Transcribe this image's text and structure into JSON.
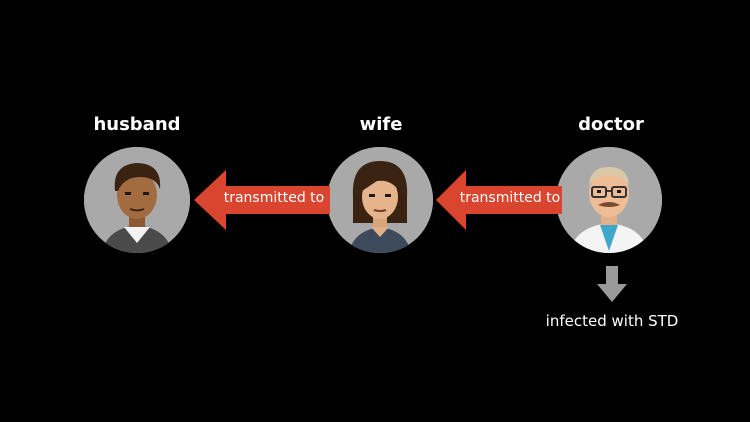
{
  "people": {
    "husband": {
      "label": "husband"
    },
    "wife": {
      "label": "wife"
    },
    "doctor": {
      "label": "doctor"
    }
  },
  "links": [
    {
      "label": "transmitted to"
    },
    {
      "label": "transmitted to"
    }
  ],
  "outcome": {
    "label": "infected with STD"
  },
  "colors": {
    "background": "#000000",
    "arrow": "#d9452f",
    "avatar_bg": "#a9a9a9",
    "down_arrow": "#9a9a9a",
    "text": "#ffffff"
  }
}
